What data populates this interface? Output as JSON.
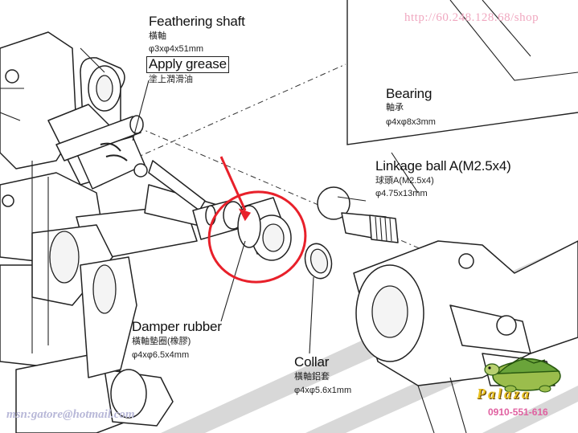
{
  "labels": {
    "feathering_shaft": {
      "en": "Feathering shaft",
      "cn": "橫軸",
      "spec": "φ3xφ4x51mm"
    },
    "apply_grease": {
      "en": "Apply grease",
      "cn": "塗上潤滑油"
    },
    "bearing": {
      "en": "Bearing",
      "cn": "軸承",
      "spec": "φ4xφ8x3mm"
    },
    "linkage_ball": {
      "en": "Linkage ball A(M2.5x4)",
      "cn": "球頭A(M2.5x4)",
      "spec": "φ4.75x13mm"
    },
    "damper_rubber": {
      "en": "Damper rubber",
      "cn": "橫軸墊圈(橡膠)",
      "spec": "φ4xφ6.5x4mm"
    },
    "collar": {
      "en": "Collar",
      "cn": "橫軸鋁套",
      "spec": "φ4xφ5.6x1mm"
    }
  },
  "watermarks": {
    "url": "http://60.248.128.68/shop",
    "msn": "msn:gatore@hotmail.com",
    "brand": "Palaza",
    "phone": "0910-551-616"
  },
  "colors": {
    "highlight": "#e8202a",
    "line": "#222222"
  }
}
